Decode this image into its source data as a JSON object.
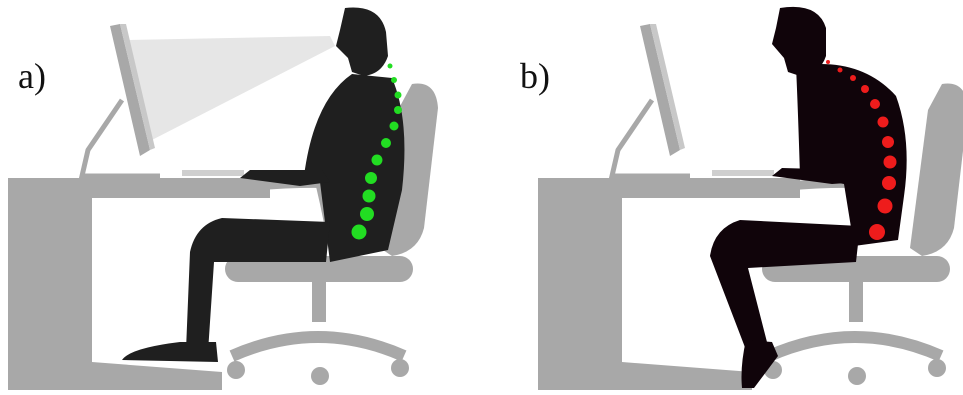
{
  "panels": [
    {
      "label": "a)",
      "figure_color": "#1f1f1f",
      "spine_color": "#22dd22",
      "spine_level": [
        0,
        1,
        2,
        3,
        4,
        5,
        6,
        7,
        8,
        9,
        10
      ],
      "show_sightline": true
    },
    {
      "label": "b)",
      "figure_color": "#10040a",
      "spine_color": "#ee1c1c",
      "spine_level": [
        0,
        1,
        2,
        3,
        4,
        5,
        6,
        7,
        8,
        9,
        10
      ],
      "show_sightline": false
    }
  ],
  "colors": {
    "furniture": "#a8a8a8",
    "sightline": "#e6e6e6",
    "background": "#ffffff"
  }
}
